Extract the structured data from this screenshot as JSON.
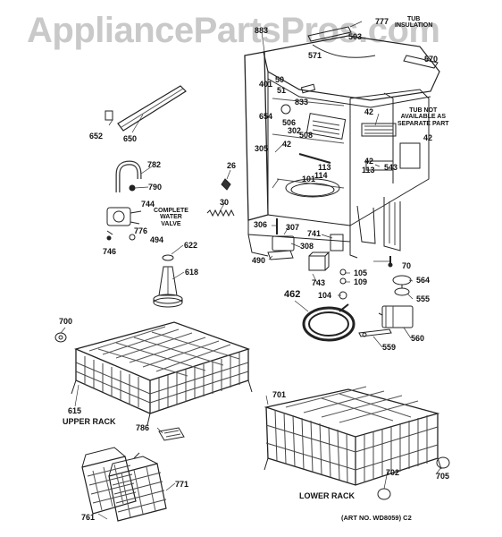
{
  "watermark": "AppliancePartsPros.com",
  "part_numbers": {
    "p883": "883",
    "p777": "777",
    "p571": "571",
    "p570": "570",
    "p503": "503",
    "p401": "401",
    "p50": "50",
    "p51": "51",
    "p833": "833",
    "p654": "654",
    "p506": "506",
    "p508": "508",
    "p302": "302",
    "p305": "305",
    "p42a": "42",
    "p42b": "42",
    "p42c": "42",
    "p42d": "42",
    "p113a": "113",
    "p114": "114",
    "p101": "101",
    "p113b": "113",
    "p543": "543",
    "p652": "652",
    "p650": "650",
    "p782": "782",
    "p790": "790",
    "p26": "26",
    "p744": "744",
    "p776": "776",
    "p494": "494",
    "p746": "746",
    "p30": "30",
    "p306": "306",
    "p307": "307",
    "p741": "741",
    "p308": "308",
    "p490": "490",
    "p622": "622",
    "p618": "618",
    "p70": "70",
    "p105": "105",
    "p109": "109",
    "p743": "743",
    "p564": "564",
    "p104": "104",
    "p555": "555",
    "p462": "462",
    "p560": "560",
    "p559": "559",
    "p700": "700",
    "p615": "615",
    "p786": "786",
    "p701": "701",
    "p771": "771",
    "p761": "761",
    "p702": "702",
    "p705": "705"
  },
  "notes": {
    "tub_insulation": "TUB\nINSULATION",
    "tub_not_available": "TUB NOT\nAVAILABLE AS\nSEPARATE PART",
    "complete_water_valve": "COMPLETE\nWATER\nVALVE"
  },
  "captions": {
    "upper_rack": "UPPER RACK",
    "lower_rack": "LOWER RACK",
    "art_no": "(ART NO. WD8059)  C2"
  }
}
